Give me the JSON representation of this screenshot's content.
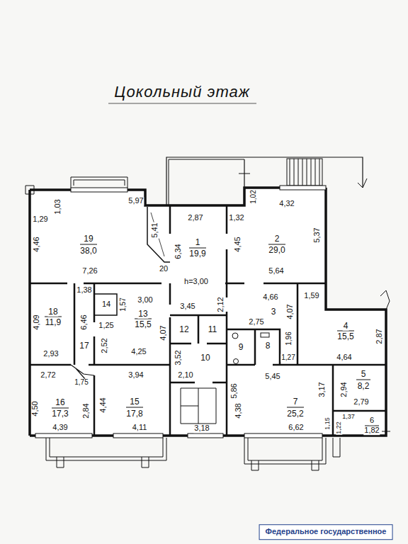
{
  "diagram": {
    "title": "Цокольный этаж",
    "labels": [
      "5,97",
      "1,03",
      "1,29",
      "5,41",
      "4,46",
      "19",
      "38,0",
      "7,26",
      "2,87",
      "1",
      "19,9",
      "6,34",
      "20",
      "h=3,00",
      "1,32",
      "1,02",
      "4,32",
      "5,37",
      "4,45",
      "2",
      "29,0",
      "5,64",
      "1,38",
      "14",
      "1,57",
      "3,00",
      "3,45",
      "2,12",
      "4,66",
      "1,59",
      "4,09",
      "18",
      "11,9",
      "6,46",
      "1,25",
      "13",
      "15,5",
      "4,07",
      "12",
      "11",
      "3",
      "4,07",
      "4",
      "15,5",
      "2,87",
      "2,75",
      "9",
      "8",
      "1,96",
      "1,27",
      "2,52",
      "17",
      "3,52",
      "10",
      "4,64",
      "2,93",
      "4,25",
      "5,45",
      "5",
      "8,2",
      "2,72",
      "1,75",
      "3,94",
      "2,10",
      "2,94",
      "3,17",
      "5,86",
      "4,50",
      "16",
      "17,3",
      "2,84",
      "4,44",
      "15",
      "17,8",
      "4,38",
      "7",
      "25,2",
      "2,79",
      "4,39",
      "4,11",
      "3,18",
      "6,62",
      "1,37",
      "1,15",
      "1,22",
      "6",
      "1,82",
      "Федеральное государственное"
    ]
  }
}
